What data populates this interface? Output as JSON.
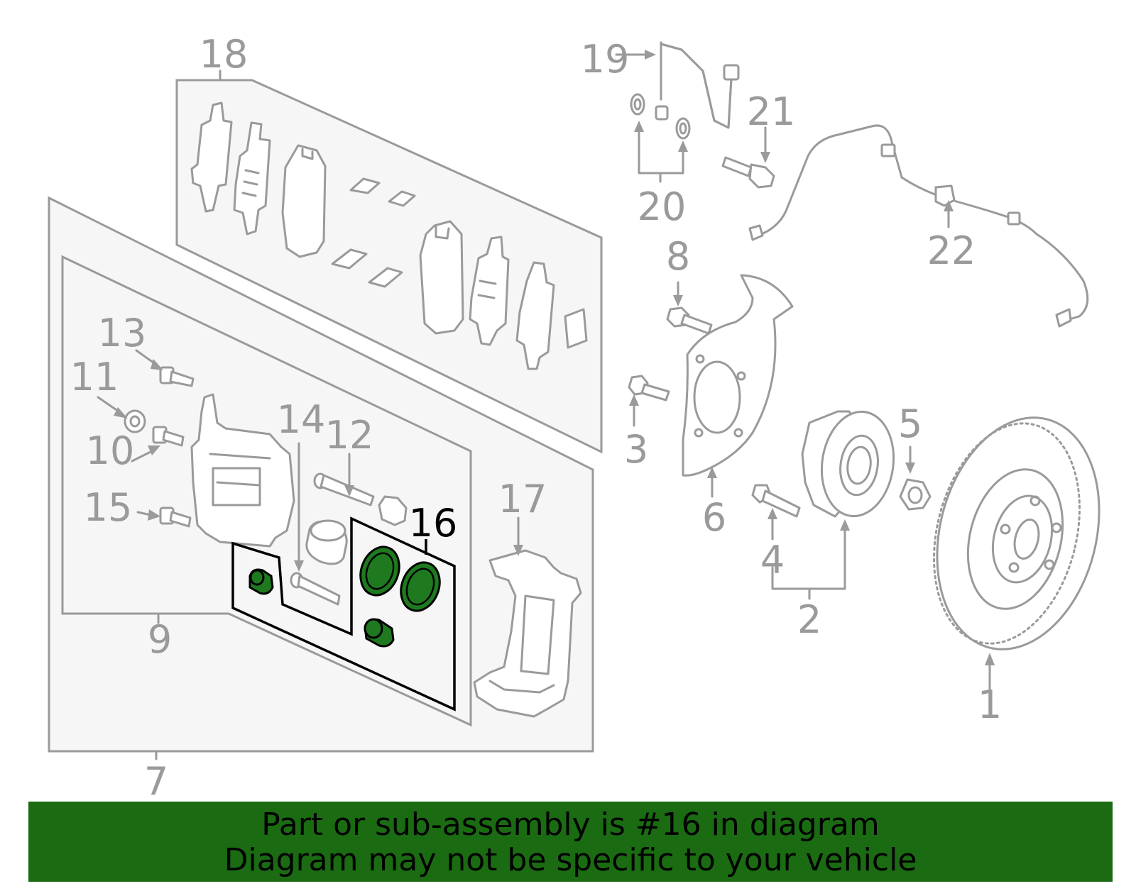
{
  "diagram": {
    "highlight_color": "#1f7a1f",
    "line_color": "#9a9a9a",
    "callouts": [
      {
        "id": "1",
        "label": "1"
      },
      {
        "id": "2",
        "label": "2"
      },
      {
        "id": "3",
        "label": "3"
      },
      {
        "id": "4",
        "label": "4"
      },
      {
        "id": "5",
        "label": "5"
      },
      {
        "id": "6",
        "label": "6"
      },
      {
        "id": "7",
        "label": "7"
      },
      {
        "id": "8",
        "label": "8"
      },
      {
        "id": "9",
        "label": "9"
      },
      {
        "id": "10",
        "label": "10"
      },
      {
        "id": "11",
        "label": "11"
      },
      {
        "id": "12",
        "label": "12"
      },
      {
        "id": "13",
        "label": "13"
      },
      {
        "id": "14",
        "label": "14"
      },
      {
        "id": "15",
        "label": "15"
      },
      {
        "id": "16",
        "label": "16",
        "highlighted": true
      },
      {
        "id": "17",
        "label": "17"
      },
      {
        "id": "18",
        "label": "18"
      },
      {
        "id": "19",
        "label": "19"
      },
      {
        "id": "20",
        "label": "20"
      },
      {
        "id": "21",
        "label": "21"
      },
      {
        "id": "22",
        "label": "22"
      }
    ]
  },
  "banner": {
    "color": "#1a6b12",
    "line1": "Part or sub-assembly is #16 in diagram",
    "line2": "Diagram may not be specific to your vehicle"
  }
}
